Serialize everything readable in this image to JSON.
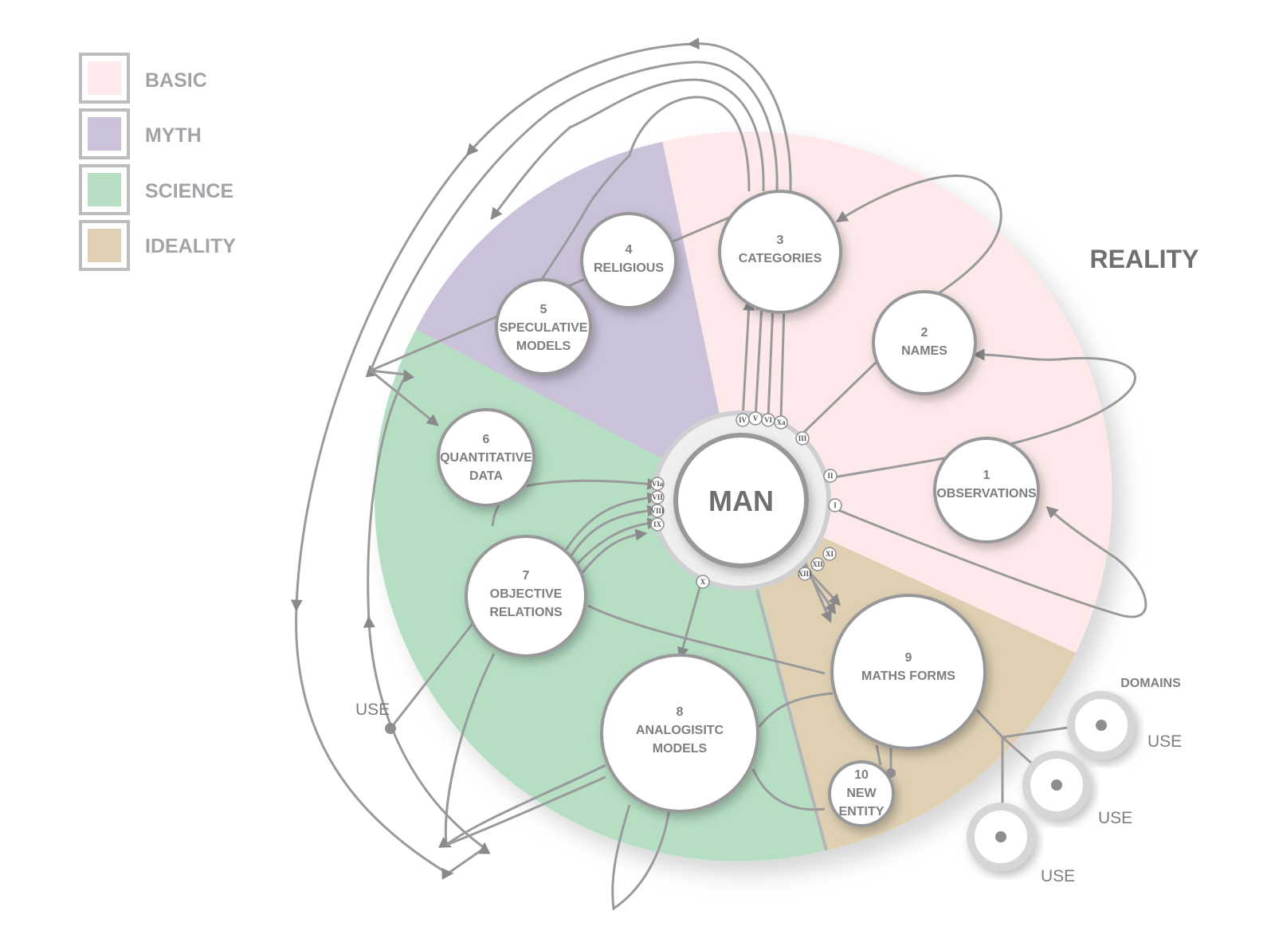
{
  "legend": [
    {
      "label": "BASIC",
      "color": "#fde9e9"
    },
    {
      "label": "MYTH",
      "color": "#cbc2d9"
    },
    {
      "label": "SCIENCE",
      "color": "#b5dec3"
    },
    {
      "label": "IDEALITY",
      "color": "#dfd0b3"
    }
  ],
  "title": "REALITY",
  "center": {
    "label": "MAN"
  },
  "nodes": {
    "observations": {
      "number": "1",
      "line1": "OBSERVATIONS",
      "line2": ""
    },
    "names": {
      "number": "2",
      "line1": "NAMES",
      "line2": ""
    },
    "categories": {
      "number": "3",
      "line1": "CATEGORIES",
      "line2": ""
    },
    "religious": {
      "number": "4",
      "line1": "RELIGIOUS",
      "line2": ""
    },
    "speculative": {
      "number": "5",
      "line1": "SPECULATIVE",
      "line2": "MODELS"
    },
    "quantitative": {
      "number": "6",
      "line1": "QUANTITATIVE",
      "line2": "DATA"
    },
    "objective": {
      "number": "7",
      "line1": "OBJECTIVE",
      "line2": "RELATIONS"
    },
    "analogistic": {
      "number": "8",
      "line1": "ANALOGISITC",
      "line2": "MODELS"
    },
    "maths": {
      "number": "9",
      "line1": "MATHS FORMS",
      "line2": ""
    },
    "new_entity": {
      "number": "10",
      "line1": "NEW",
      "line2": "ENTITY"
    }
  },
  "roman_ports": [
    "IV",
    "V",
    "VI",
    "Xa",
    "III",
    "II",
    "I",
    "VIa",
    "VII",
    "VIII",
    "IX",
    "X",
    "XI",
    "XII",
    "XIII"
  ],
  "use_labels": {
    "left": "USE",
    "d1": "USE",
    "d2": "USE",
    "d3": "USE"
  },
  "domains_label": "DOMAINS"
}
